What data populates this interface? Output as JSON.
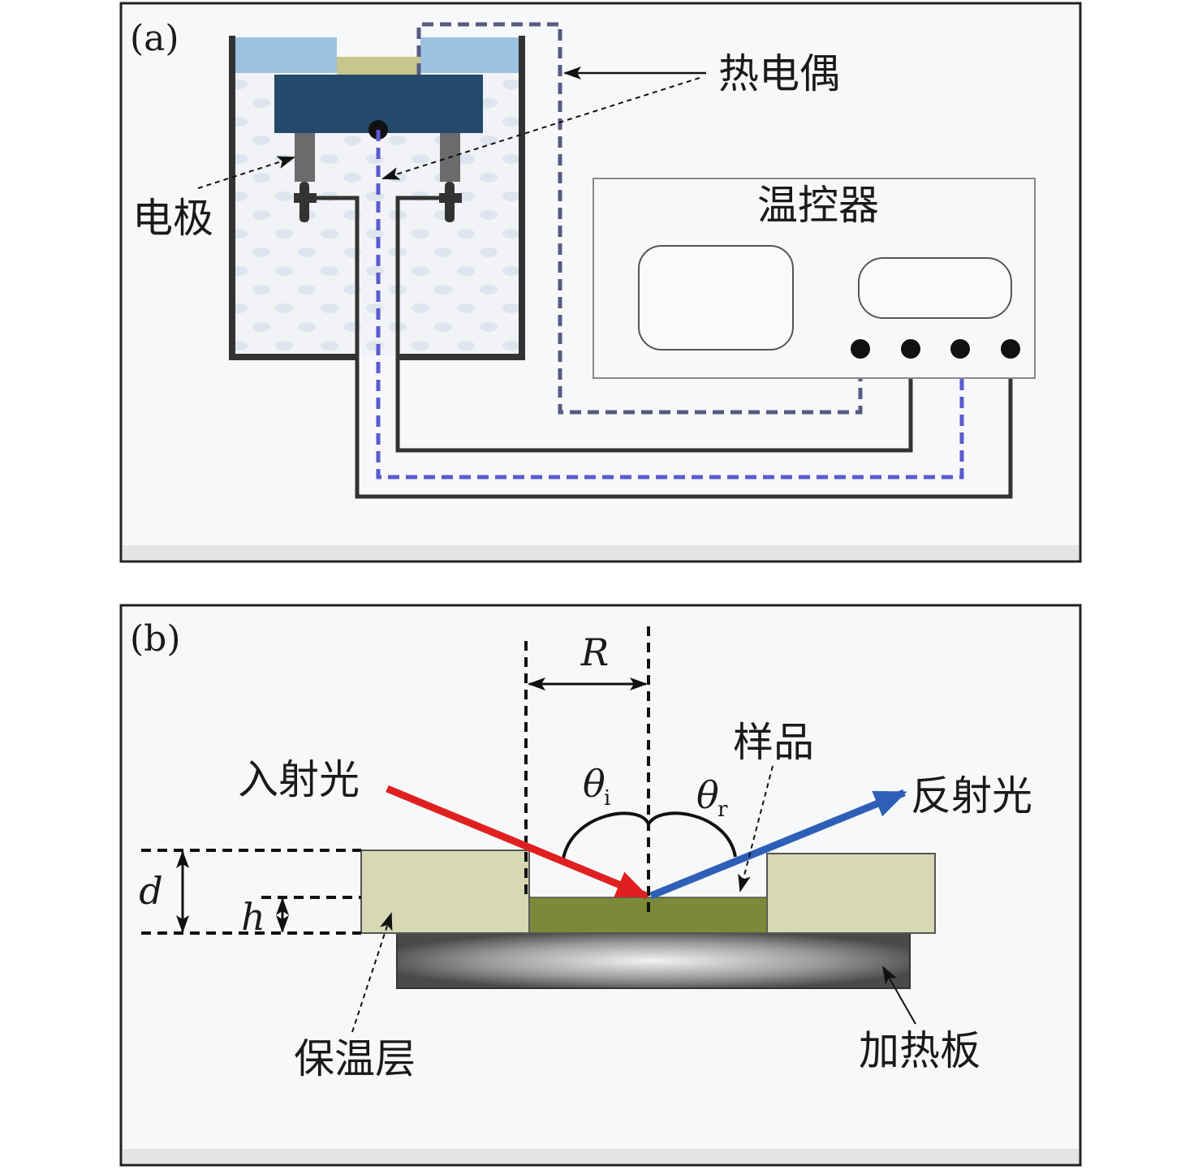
{
  "panel_a": {
    "label": "(a)",
    "thermocouple_label": "热电偶",
    "electrode_label": "电极",
    "controller_label": "温控器"
  },
  "panel_b": {
    "label": "(b)",
    "R_label": "R",
    "theta_i": "θ",
    "theta_i_sub": "i",
    "theta_r": "θ",
    "theta_r_sub": "r",
    "sample_label": "样品",
    "incident_label": "入射光",
    "reflected_label": "反射光",
    "d_label": "d",
    "h_label": "h",
    "insulation_label": "保温层",
    "heater_label": "加热板"
  },
  "colors": {
    "incident": "#e02020",
    "reflected": "#2e5fb8",
    "insulation": "#d6d9b3",
    "sample": "#7a8a38",
    "lid": "#9dc2e0",
    "block": "#234a6a",
    "thermo_wire": "#5a5ad0"
  }
}
